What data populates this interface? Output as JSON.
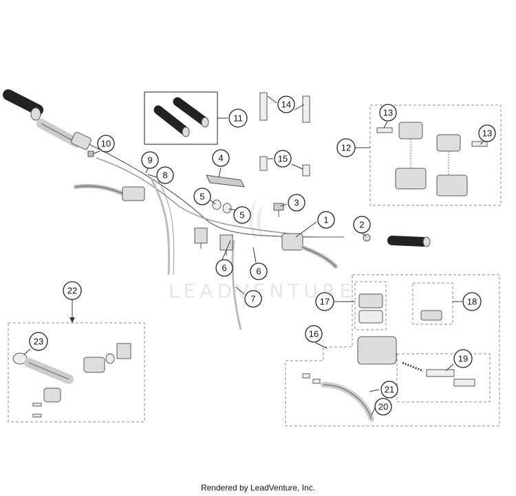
{
  "watermark": "LEADVENTURE",
  "footer": "Rendered by LeadVenture, Inc.",
  "callouts": {
    "c1": "1",
    "c2": "2",
    "c3": "3",
    "c4": "4",
    "c5a": "5",
    "c5b": "5",
    "c6a": "6",
    "c6b": "6",
    "c7": "7",
    "c8": "8",
    "c9": "9",
    "c10": "10",
    "c11": "11",
    "c12": "12",
    "c13a": "13",
    "c13b": "13",
    "c14": "14",
    "c15": "15",
    "c16": "16",
    "c17": "17",
    "c18": "18",
    "c19": "19",
    "c20": "20",
    "c21": "21",
    "c22": "22",
    "c23": "23"
  }
}
